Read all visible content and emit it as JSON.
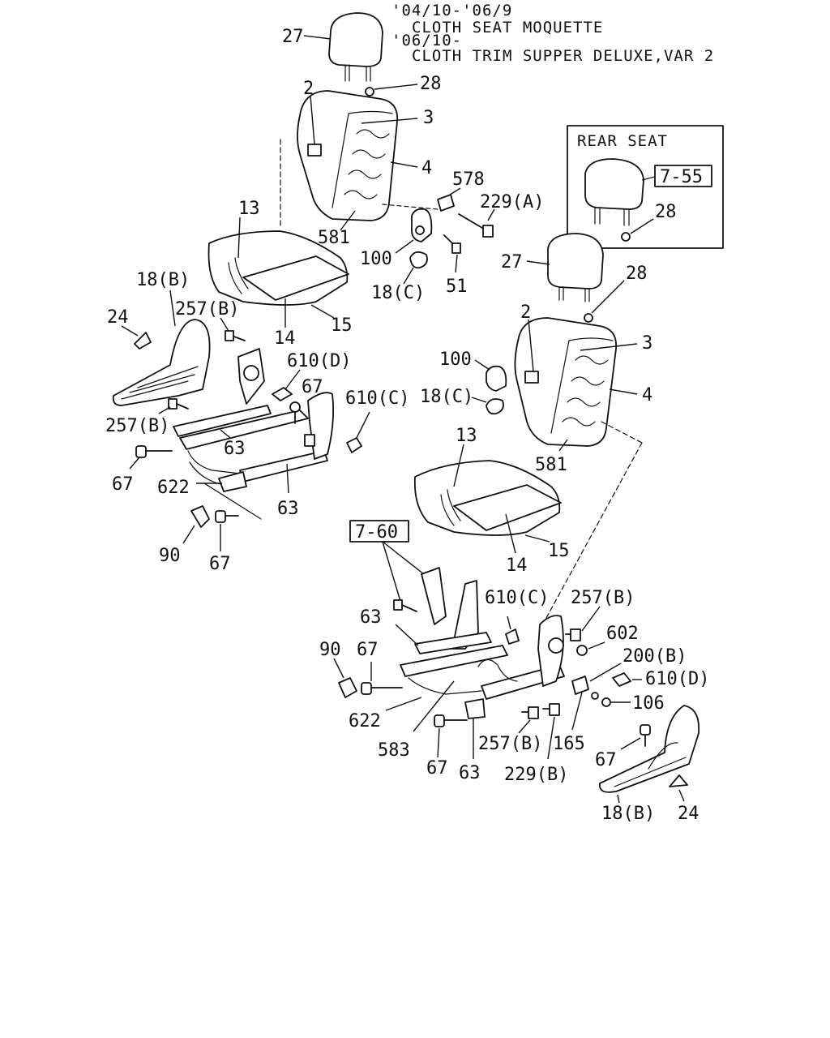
{
  "header": {
    "line1": "'04/10-'06/9",
    "line2": "CLOTH SEAT MOQUETTE",
    "line3": "'06/10-",
    "line4": "CLOTH TRIM SUPPER DELUXE,VAR 2"
  },
  "rear_seat_box": {
    "title": "REAR SEAT",
    "ref": "7-55",
    "part": "28"
  },
  "ref_box_left": "7-60",
  "labels": {
    "l27a": "27",
    "l28a": "28",
    "l2a": "2",
    "l3a": "3",
    "l4a": "4",
    "l578": "578",
    "l229a": "229(A)",
    "l581a": "581",
    "l13a": "13",
    "l100a": "100",
    "l51": "51",
    "l18ca": "18(C)",
    "l18ba": "18(B)",
    "l257ba": "257(B)",
    "l24a": "24",
    "l14a": "14",
    "l15a": "15",
    "l610da": "610(D)",
    "l67a": "67",
    "l610ca": "610(C)",
    "l257bb": "257(B)",
    "l63a": "63",
    "l67b": "67",
    "l622a": "622",
    "l63b": "63",
    "l90a": "90",
    "l67c": "67",
    "l27b": "27",
    "l28b": "28",
    "l2b": "2",
    "l3b": "3",
    "l4b": "4",
    "l100b": "100",
    "l18cb": "18(C)",
    "l13b": "13",
    "l581b": "581",
    "l14b": "14",
    "l15b": "15",
    "l610cb": "610(C)",
    "l257bc": "257(B)",
    "l63c": "63",
    "l602": "602",
    "l90b": "90",
    "l67d": "67",
    "l200b": "200(B)",
    "l610db": "610(D)",
    "l106": "106",
    "l622b": "622",
    "l583": "583",
    "l257bd": "257(B)",
    "l165": "165",
    "l67e": "67",
    "l67f": "67",
    "l63d": "63",
    "l229b": "229(B)",
    "l18bb": "18(B)",
    "l24b": "24"
  }
}
